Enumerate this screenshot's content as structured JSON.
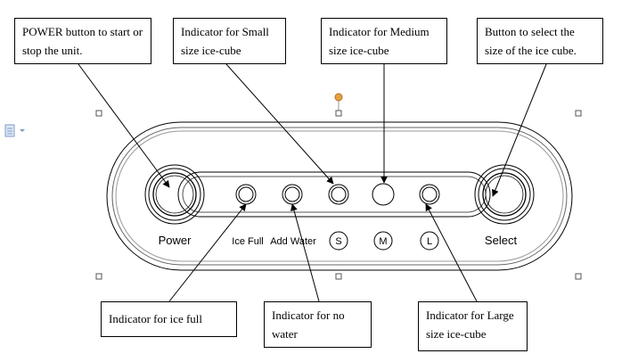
{
  "callouts": {
    "power": "POWER button to start or stop the unit.",
    "small": "Indicator for Small size ice-cube",
    "medium": "Indicator for Medium size ice-cube",
    "select": "Button to select the size of the ice cube.",
    "ice_full": "Indicator for ice full",
    "no_water": "Indicator for no water",
    "large": "Indicator for Large size ice-cube"
  },
  "panel": {
    "power_label": "Power",
    "ice_full_label": "Ice Full",
    "add_water_label": "Add Water",
    "s_label": "S",
    "m_label": "M",
    "l_label": "L",
    "select_label": "Select"
  },
  "colors": {
    "handle_orange": "#e8a23c",
    "line": "#000000"
  },
  "icons": {
    "doc": "document-icon"
  }
}
